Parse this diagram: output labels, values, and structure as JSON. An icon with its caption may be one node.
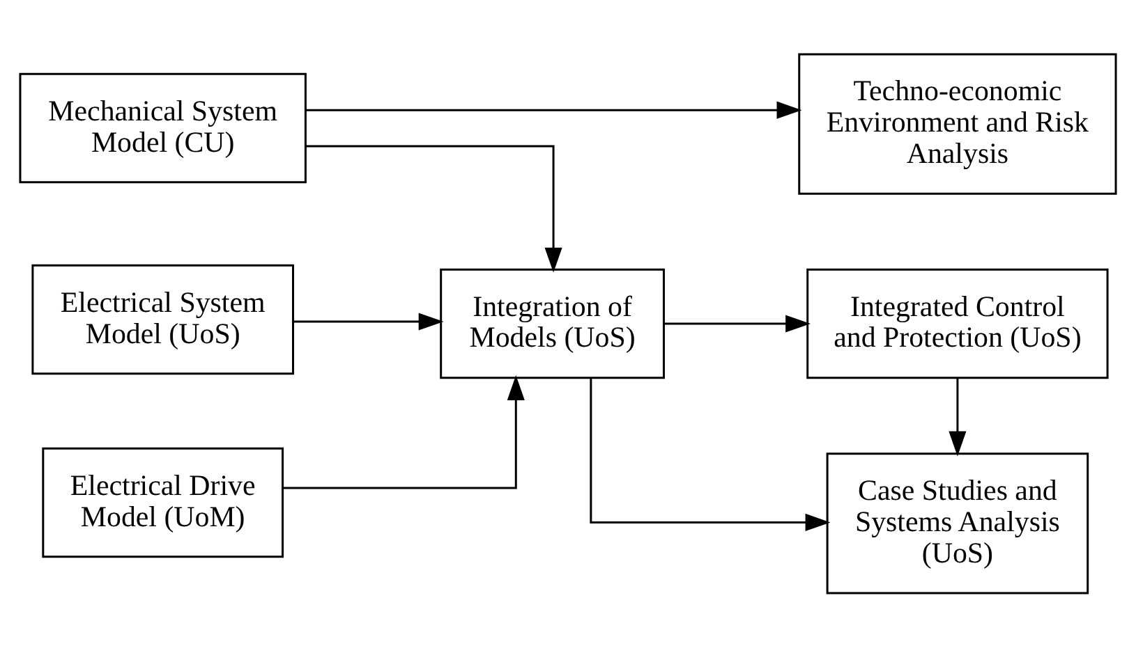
{
  "diagram": {
    "nodes": [
      {
        "text": [
          "Mechanical System Model (CU)"
        ]
      },
      {
        "text": [
          "Techno-economic Environment and Risk Analysis"
        ]
      },
      {
        "text": [
          "Electrical System Model (UoS)"
        ]
      },
      {
        "text": [
          "Integration of Models (UoS)"
        ]
      },
      {
        "text": [
          "Integrated Control and Protection (UoS)"
        ]
      },
      {
        "text": [
          "Electrical Drive Model (UoM)"
        ]
      },
      {
        "text": [
          "Case Studies and Systems Analysis (UoS)"
        ]
      }
    ],
    "edges": [
      {
        "from": 0,
        "to": 1,
        "arrow": "to"
      },
      {
        "from": 0,
        "to": 3,
        "arrow": "to"
      },
      {
        "from": 2,
        "to": 3,
        "arrow": "to"
      },
      {
        "from": 5,
        "to": 3,
        "arrow": "to"
      },
      {
        "from": 3,
        "to": 4,
        "arrow": "to"
      },
      {
        "from": 4,
        "to": 6,
        "arrow": "to"
      },
      {
        "from": 3,
        "to": 6,
        "arrow": "to"
      }
    ]
  }
}
